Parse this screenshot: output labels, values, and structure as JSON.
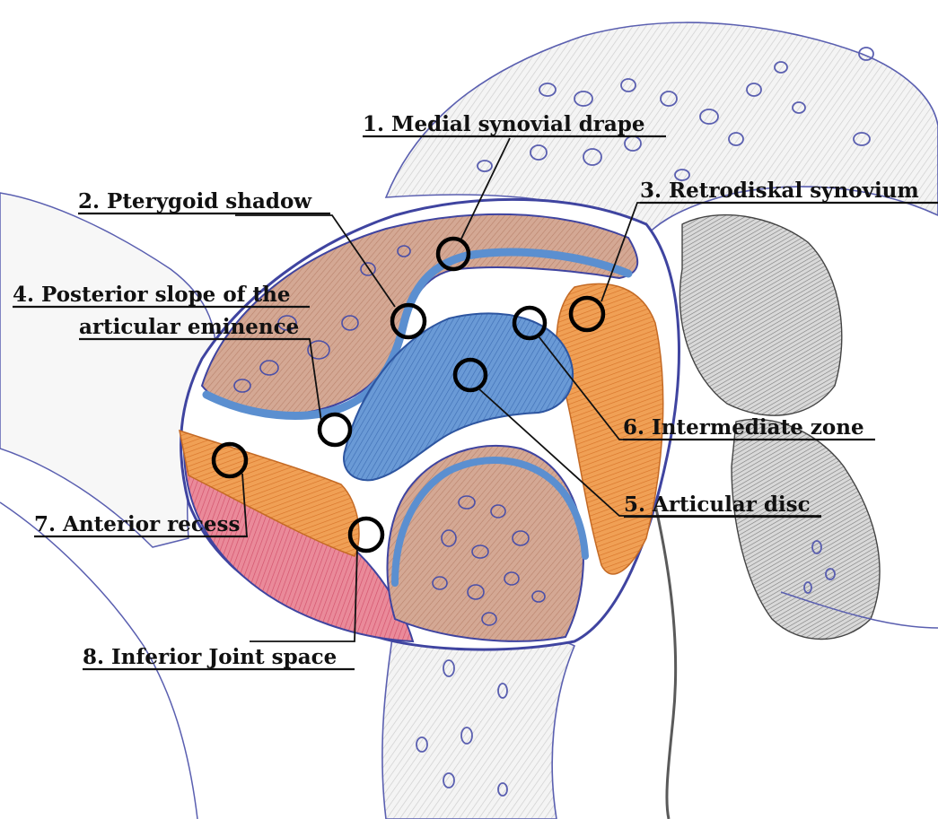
{
  "labels": [
    {
      "id": 1,
      "text": "1. Medial synovial drape"
    },
    {
      "id": 2,
      "text": "2. Pterygoid shadow"
    },
    {
      "id": 3,
      "text": "3. Retrodiskal synovium"
    },
    {
      "id": 4,
      "text_line1": "4. Posterior slope of the",
      "text_line2": "articular eminence"
    },
    {
      "id": 5,
      "text": "5. Articular disc"
    },
    {
      "id": 6,
      "text": "6. Intermediate zone"
    },
    {
      "id": 7,
      "text": "7. Anterior recess"
    },
    {
      "id": 8,
      "text": "8. Inferior Joint space"
    }
  ],
  "colors": {
    "bone": "#c99a85",
    "disc": "#5b8fd0",
    "ligament": "#e88a3a",
    "muscle": "#e0607a",
    "outline": "#4a4fa8",
    "sketch": "#8a8a8a"
  }
}
